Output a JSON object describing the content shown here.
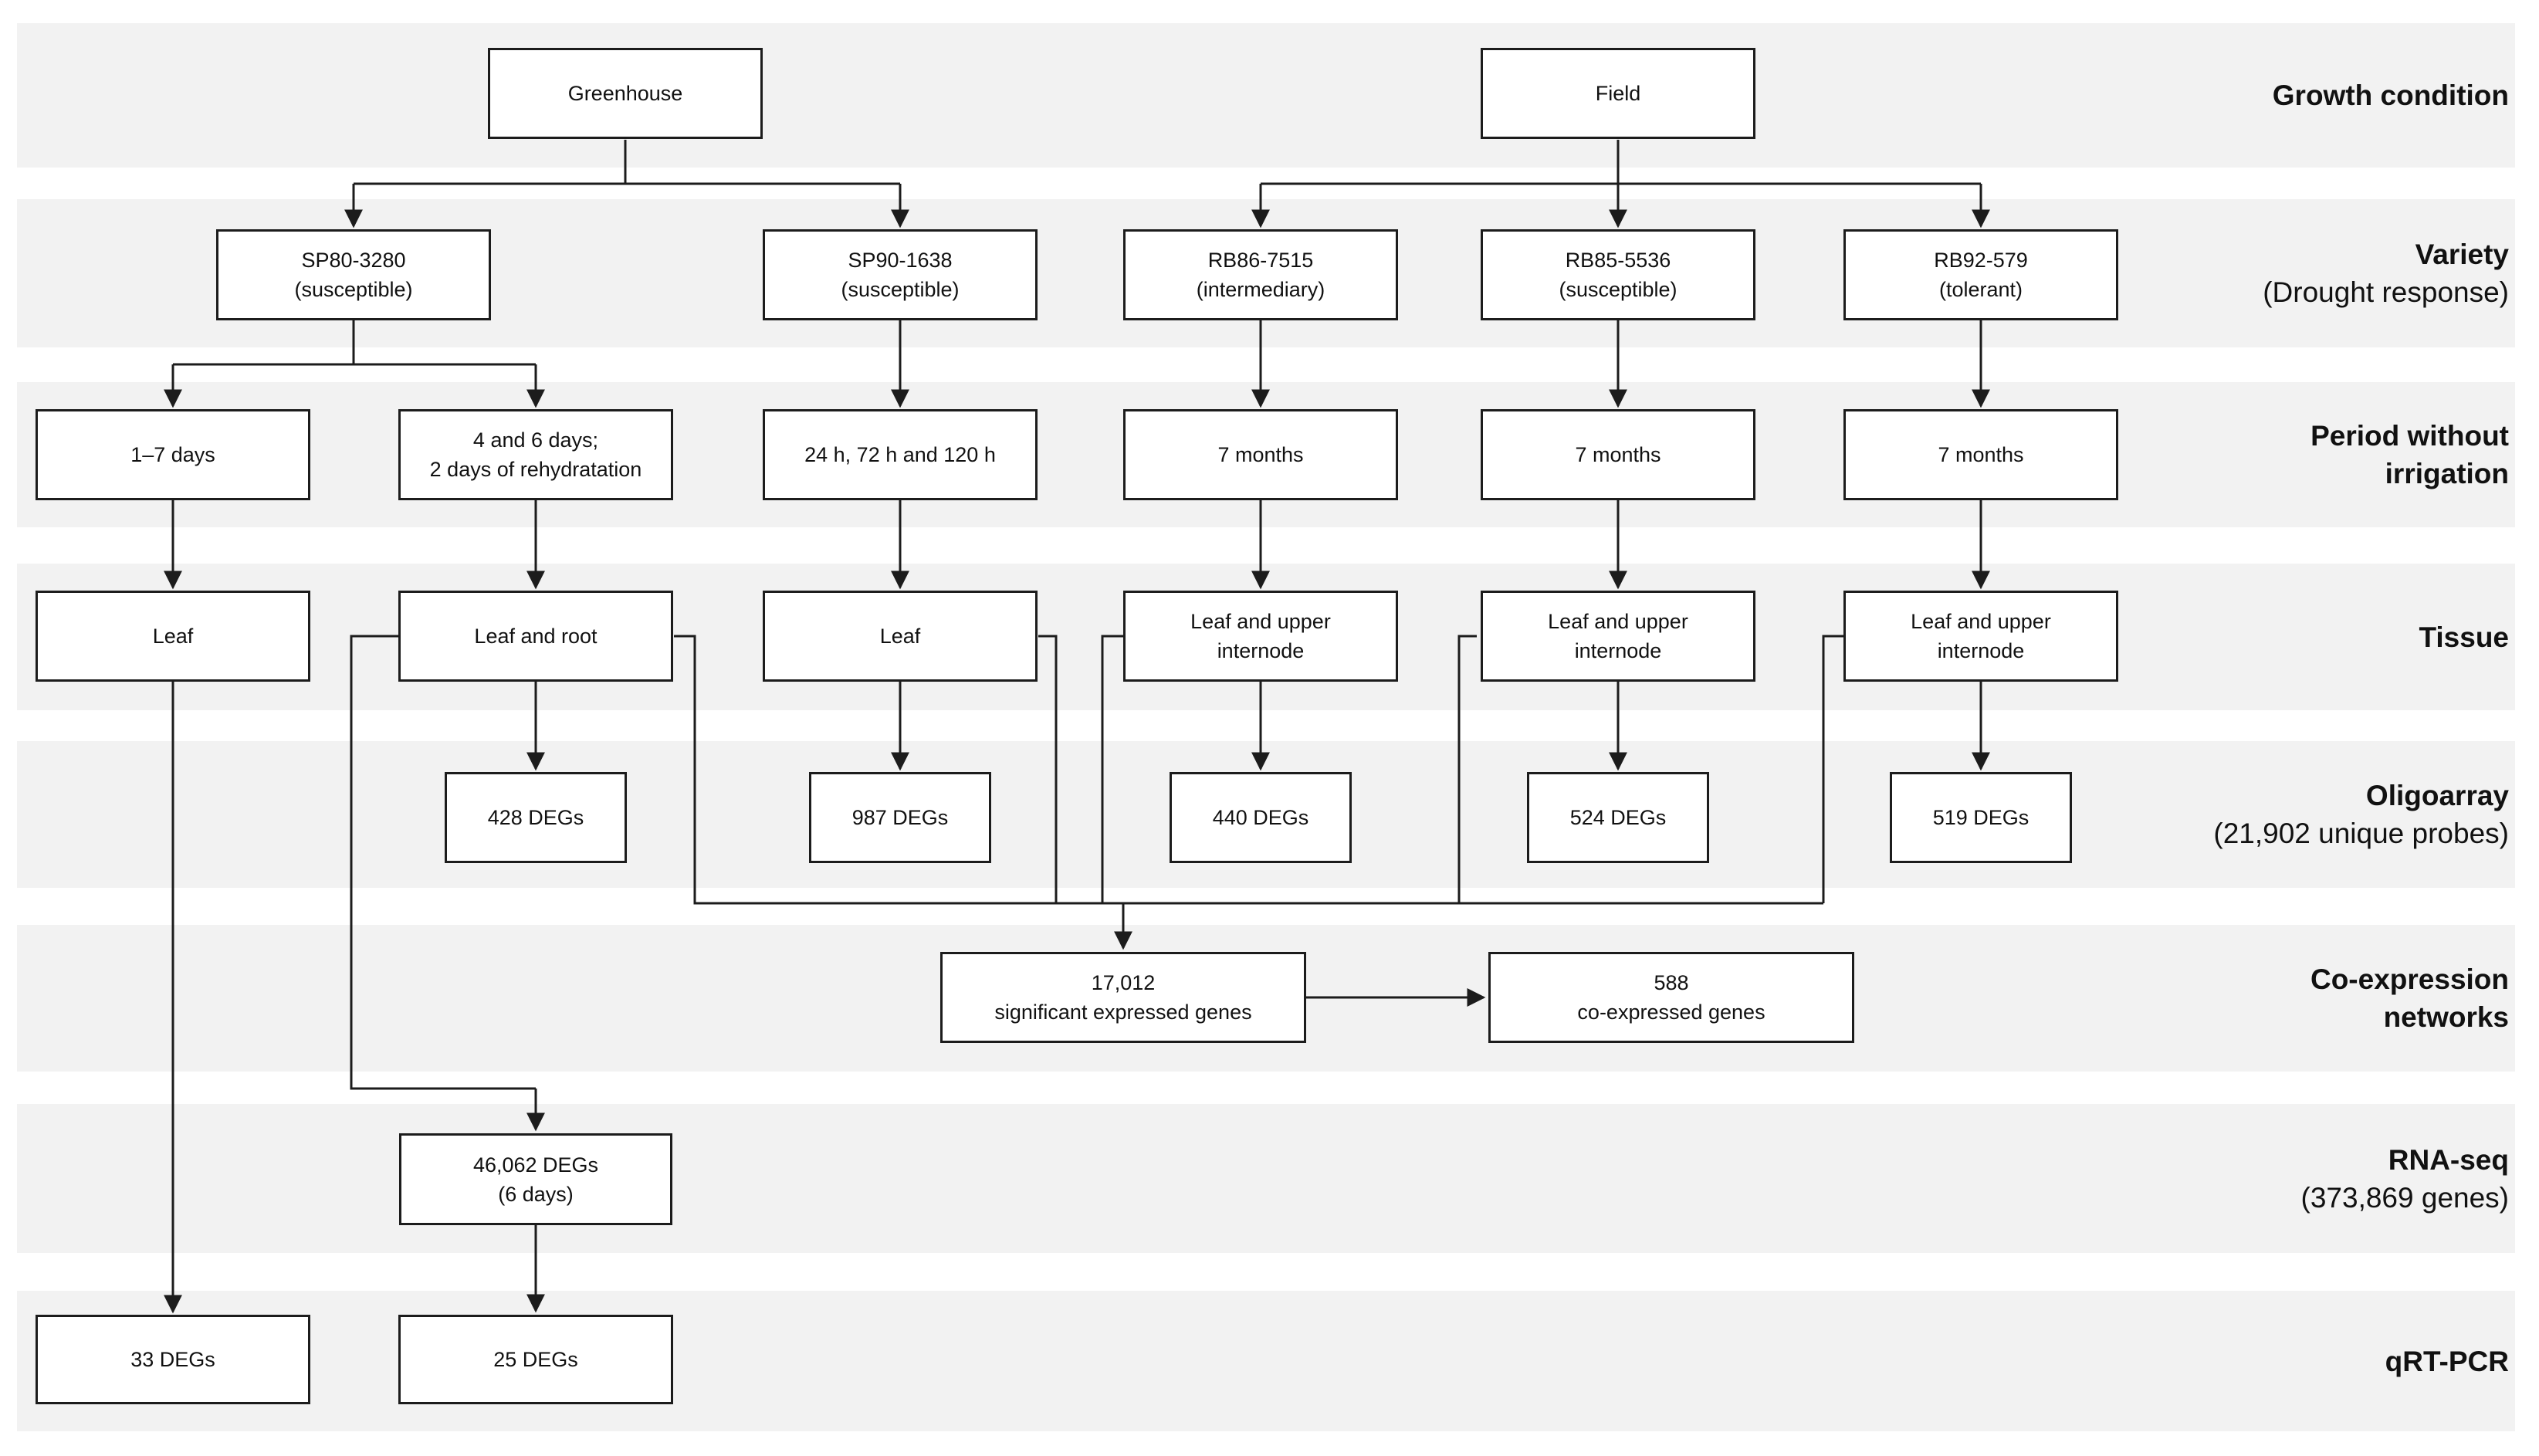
{
  "figure": {
    "background": "#ffffff",
    "band_color": "#f2f2f2",
    "line_color": "#1c1c1c"
  },
  "rows": [
    {
      "name": "growth-condition",
      "label": "Growth condition"
    },
    {
      "name": "variety",
      "label": "Variety",
      "sublabel": "(Drought response)"
    },
    {
      "name": "period-without-irrigation",
      "label": "Period without",
      "label2": "irrigation"
    },
    {
      "name": "tissue",
      "label": "Tissue"
    },
    {
      "name": "oligoarray",
      "label": "Oligoarray",
      "sublabel": "(21,902 unique probes)"
    },
    {
      "name": "co-expression-networks",
      "label": "Co-expression",
      "label2": "networks"
    },
    {
      "name": "rna-seq",
      "label": "RNA-seq",
      "sublabel": "(373,869 genes)"
    },
    {
      "name": "qrt-pcr",
      "label": "qRT-PCR"
    }
  ],
  "nodes": {
    "greenhouse": "Greenhouse",
    "field": "Field",
    "sp80": "SP80-3280\n(susceptible)",
    "sp90": "SP90-1638\n(susceptible)",
    "rb86": "RB86-7515\n(intermediary)",
    "rb85": "RB85-5536\n(susceptible)",
    "rb92": "RB92-579\n(tolerant)",
    "period_1_7_days": "1–7 days",
    "period_4_6_days": "4 and 6 days;\n2 days of rehydratation",
    "period_24_120h": "24 h, 72 h and 120 h",
    "period_7_months_a": "7 months",
    "period_7_months_b": "7 months",
    "period_7_months_c": "7 months",
    "tissue_leaf_a": "Leaf",
    "tissue_leaf_root": "Leaf and root",
    "tissue_leaf_b": "Leaf",
    "tissue_leaf_internode_a": "Leaf and upper\ninternode",
    "tissue_leaf_internode_b": "Leaf and upper\ninternode",
    "tissue_leaf_internode_c": "Leaf and upper\ninternode",
    "degs_428": "428 DEGs",
    "degs_987": "987 DEGs",
    "degs_440": "440 DEGs",
    "degs_524": "524 DEGs",
    "degs_519": "519 DEGs",
    "significant_genes": "17,012\nsignificant expressed genes",
    "coexpressed_genes": "588\nco-expressed genes",
    "rnaseq_degs": "46,062 DEGs\n(6 days)",
    "qrt_33_degs": "33 DEGs",
    "qrt_25_degs": "25 DEGs"
  }
}
